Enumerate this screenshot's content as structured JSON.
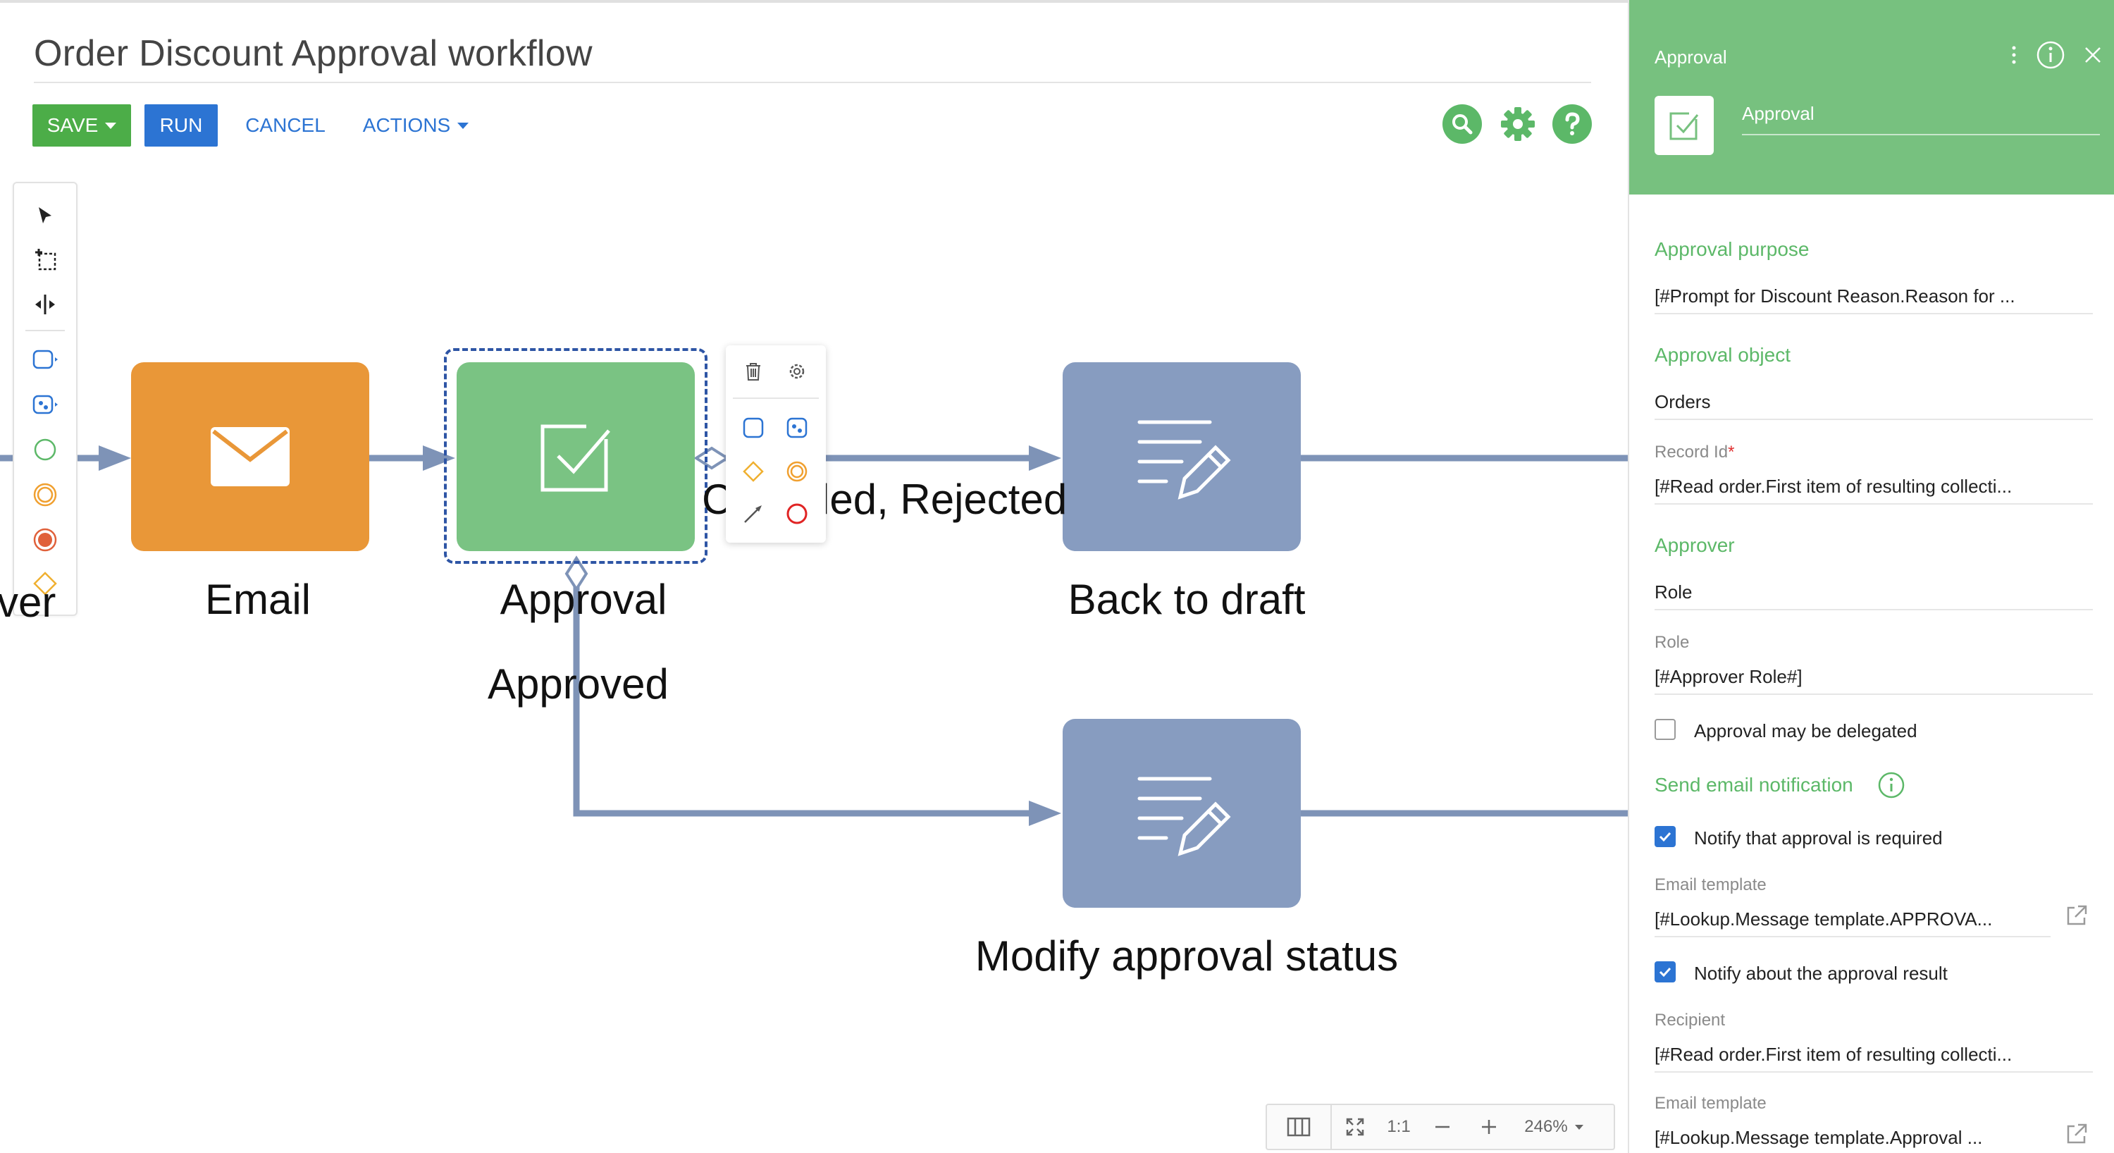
{
  "header": {
    "title": "Order Discount Approval workflow",
    "save_label": "SAVE",
    "run_label": "RUN",
    "cancel_label": "CANCEL",
    "actions_label": "ACTIONS"
  },
  "header_icons": [
    "search-icon",
    "gear-icon",
    "help-icon"
  ],
  "palette_tools": [
    "pointer-icon",
    "lasso-select-icon",
    "space-tool-icon",
    "user-task-icon",
    "script-task-icon",
    "start-event-icon",
    "intermediate-event-icon",
    "end-event-icon",
    "gateway-icon"
  ],
  "diagram": {
    "partial_left_label": "ver",
    "nodes": [
      {
        "id": "email",
        "label": "Email",
        "icon": "envelope-icon",
        "color": "#e99738"
      },
      {
        "id": "approval",
        "label": "Approval",
        "icon": "approval-check-icon",
        "color": "#7ac383"
      },
      {
        "id": "back_to_draft",
        "label": "Back to draft",
        "icon": "edit-record-icon",
        "color": "#879cc0"
      },
      {
        "id": "modify_status",
        "label": "Modify approval status",
        "icon": "edit-record-icon",
        "color": "#879cc0"
      }
    ],
    "edges": [
      {
        "label_visible": "C",
        "label_visible_2": "led, Rejected"
      },
      {
        "label": "Approved"
      }
    ]
  },
  "context_menu": [
    "trash-icon",
    "gear-icon",
    "task-icon",
    "script-task-icon",
    "gateway-icon",
    "intermediate-event-icon",
    "flow-arrow-icon",
    "end-event-icon"
  ],
  "zoom": {
    "ratio_label": "1:1",
    "level": "246%"
  },
  "panel": {
    "header_title": "Approval",
    "element_name": "Approval",
    "accent": "#77c17f",
    "approval_purpose": {
      "title": "Approval purpose",
      "value": "[#Prompt for Discount Reason.Reason for ..."
    },
    "approval_object": {
      "title": "Approval object",
      "value": "Orders",
      "record_id_label": "Record Id",
      "record_id_required": "*",
      "record_id_value": "[#Read order.First item of resulting collecti..."
    },
    "approver": {
      "title": "Approver",
      "value": "Role",
      "role_label": "Role",
      "role_value": "[#Approver Role#]",
      "delegate_label": "Approval may be delegated",
      "delegate_checked": false
    },
    "email_notification": {
      "title": "Send email notification",
      "notify_required_label": "Notify that approval is required",
      "notify_required_checked": true,
      "template1_label": "Email template",
      "template1_value": "[#Lookup.Message template.APPROVA...",
      "notify_result_label": "Notify about the approval result",
      "notify_result_checked": true,
      "recipient_label": "Recipient",
      "recipient_value": "[#Read order.First item of resulting collecti...",
      "template2_label": "Email template",
      "template2_value": "[#Lookup.Message template.Approval ..."
    }
  }
}
